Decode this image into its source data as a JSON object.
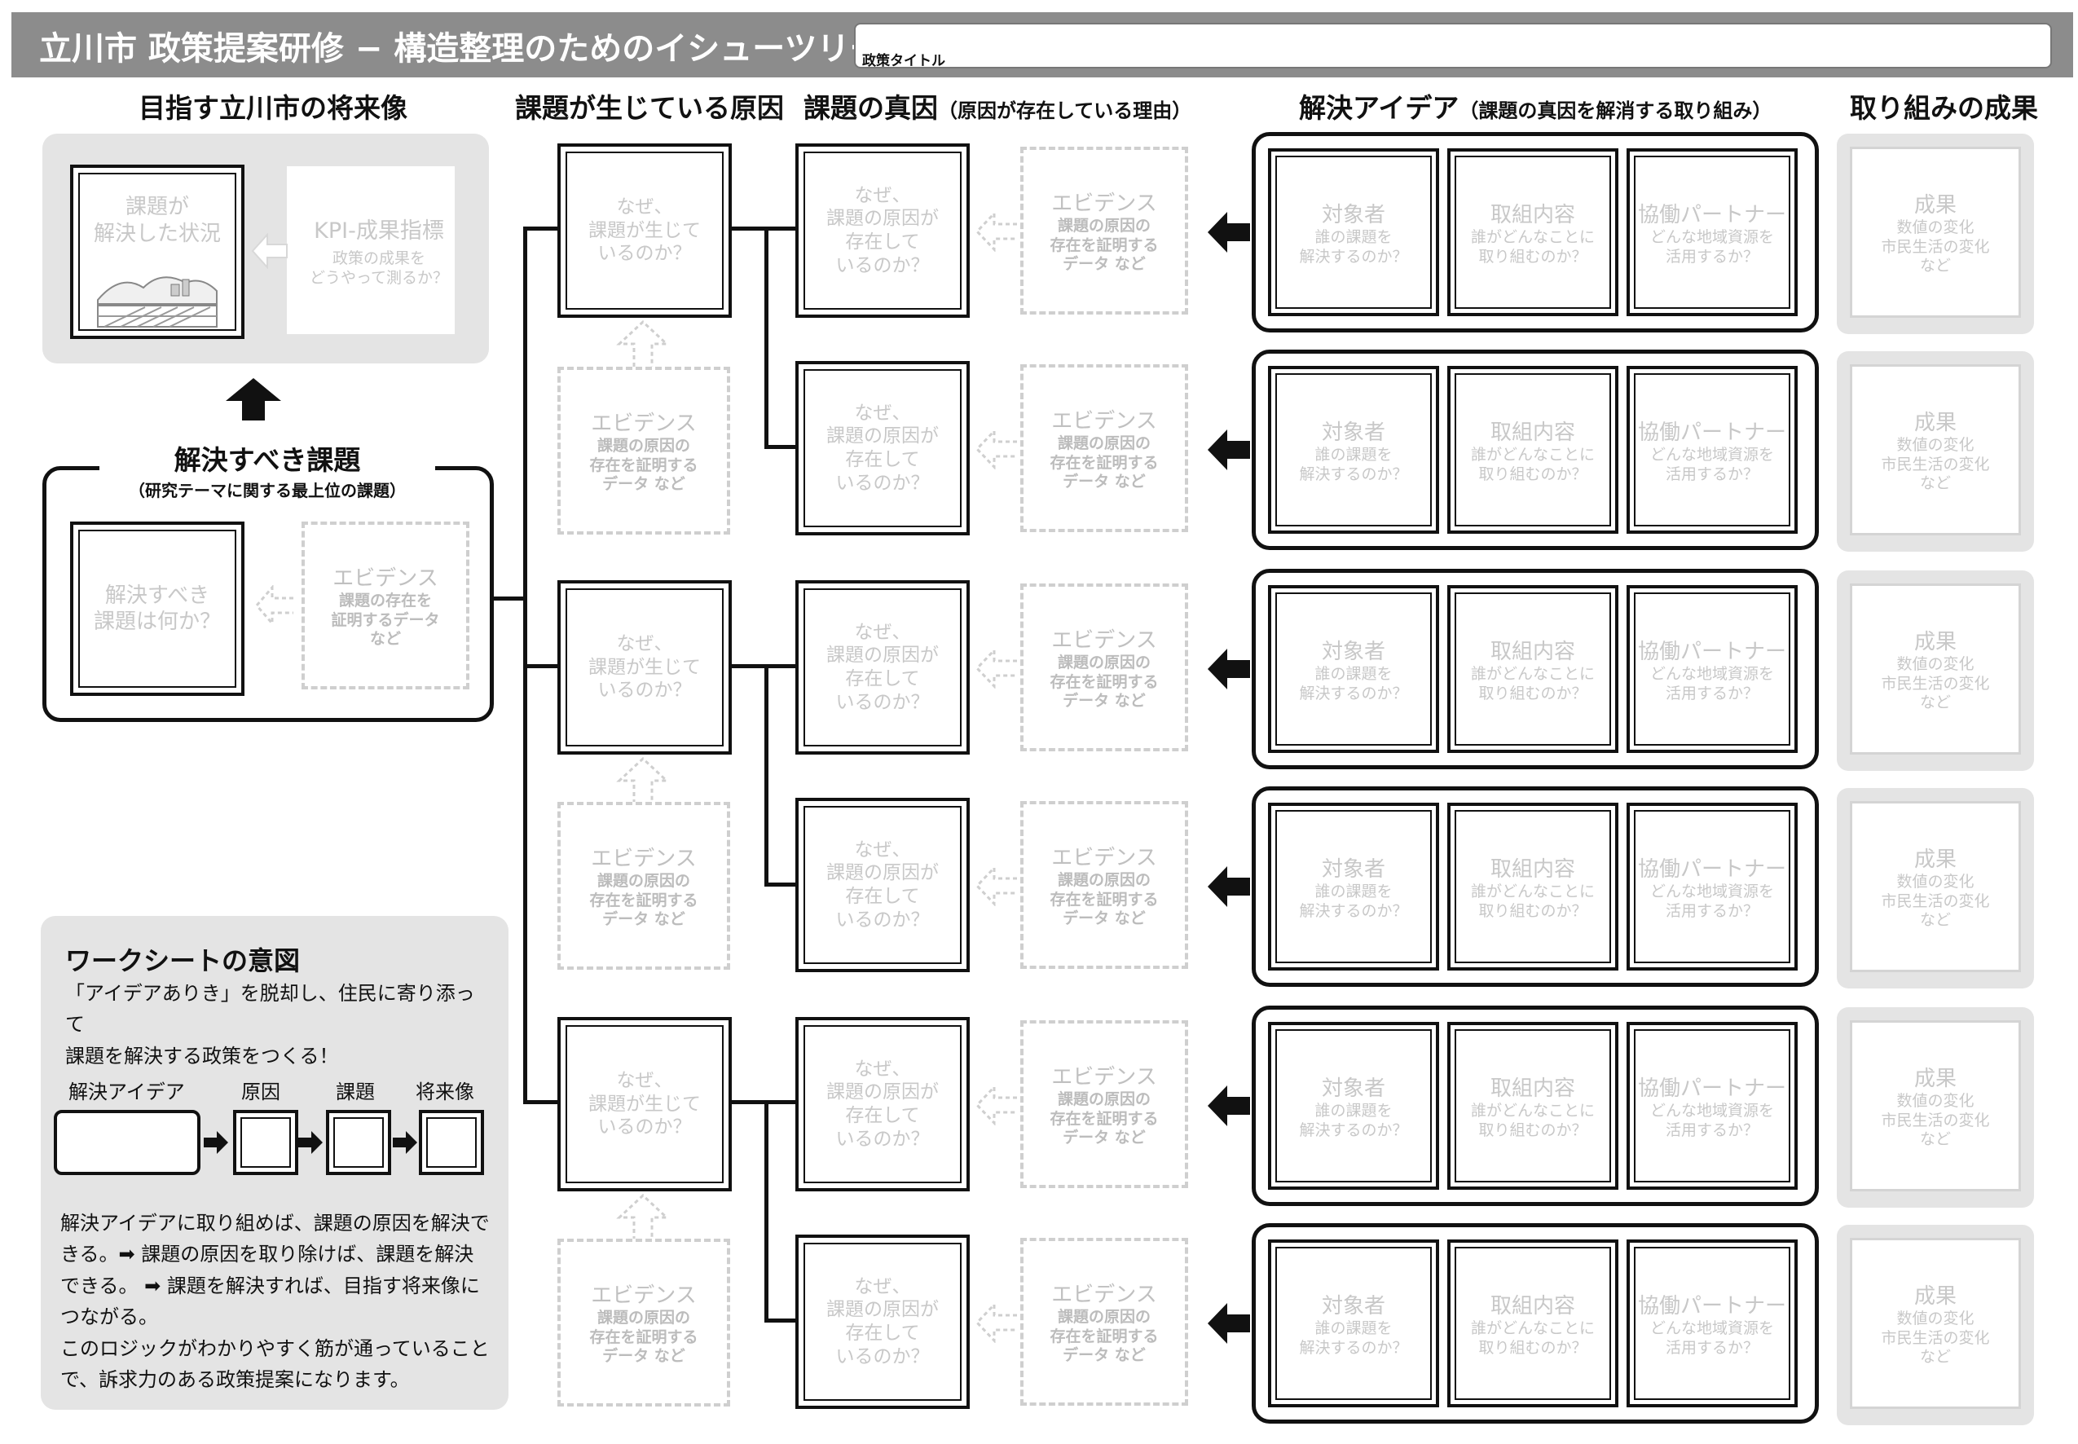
{
  "header": {
    "title": "立川市 政策提案研修 − 構造整理のためのイシューツリー",
    "policy_title_label": "政策タイトル"
  },
  "columns": {
    "future": "目指す立川市の将来像",
    "causes": "課題が生じている原因",
    "root_cause": "課題の真因",
    "root_cause_sub": "（原因が存在している理由）",
    "ideas": "解決アイデア",
    "ideas_sub": "（課題の真因を解消する取り組み）",
    "outcomes": "取り組みの成果"
  },
  "future": {
    "solved_label": "課題が\n解決した状況",
    "kpi_title": "KPI-成果指標",
    "kpi_sub": "政策の成果を\nどうやって測るか？"
  },
  "issue": {
    "title": "解決すべき課題",
    "subtitle": "（研究テーマに関する最上位の課題）",
    "question": "解決すべき\n課題は何か？",
    "evidence_title": "エビデンス",
    "evidence_sub": "課題の存在を\n証明するデータ\nなど"
  },
  "cause_box": {
    "question": "なぜ、\n課題が生じて\nいるのか？",
    "evidence_title": "エビデンス",
    "evidence_sub": "課題の原因の\n存在を証明する\nデータ など"
  },
  "root_box": {
    "question": "なぜ、\n課題の原因が\n存在して\nいるのか？",
    "evidence_title": "エビデンス",
    "evidence_sub": "課題の原因の\n存在を証明する\nデータ など"
  },
  "idea_box": {
    "target_title": "対象者",
    "target_sub": "誰の課題を\n解決するのか？",
    "content_title": "取組内容",
    "content_sub": "誰がどんなことに\n取り組むのか？",
    "partner_title": "協働パートナー",
    "partner_sub": "どんな地域資源を\n活用するか？"
  },
  "outcome_box": {
    "title": "成果",
    "sub": "数値の変化\n市民生活の変化\nなど"
  },
  "worksheet": {
    "title": "ワークシートの意図",
    "lead": "「アイデアありき」を脱却し、住民に寄り添って\n課題を解決する政策をつくる！",
    "flow_labels": [
      "解決アイデア",
      "原因",
      "課題",
      "将来像"
    ],
    "body": "解決アイデアに取り組めば、課題の原因を解決できる。➡ 課題の原因を取り除けば、課題を解決できる。 ➡ 課題を解決すれば、目指す将来像につながる。\nこのロジックがわかりやすく筋が通っていることで、訴求力のある政策提案になります。"
  }
}
